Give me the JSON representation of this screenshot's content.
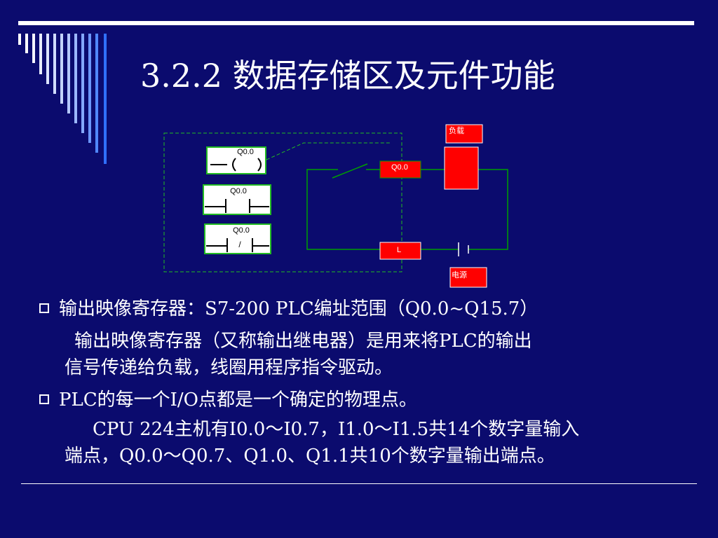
{
  "slide": {
    "title": "3.2.2  数据存储区及元件功能"
  },
  "diagram": {
    "coil_label": "Q0.0",
    "no_contact_label": "Q0.0",
    "nc_contact_label": "Q0.0",
    "nc_slash": "/",
    "output_relay_label": "Q0.0",
    "load_label": "负载",
    "line_label": "L",
    "power_label": "电源",
    "colors": {
      "box_red": "#ff0000",
      "wire_green": "#00a000",
      "dashed_green": "#22bb22"
    }
  },
  "content": {
    "bullet1_heading": "输出映像寄存器：",
    "bullet1_rest": "S7-200 PLC编址范围（Q0.0~Q15.7）",
    "para1_line1": "输出映像寄存器（又称输出继电器）是用来将PLC的输出",
    "para1_line2": "信号传递给负载，线圈用程序指令驱动。",
    "bullet2": "PLC的每一个I/O点都是一个确定的物理点。",
    "para2_line1": "CPU 224主机有I0.0～I0.7，I1.0～I1.5共14个数字量输入",
    "para2_line2": "端点，Q0.0～Q0.7、Q1.0、Q1.1共10个数字量输出端点。"
  }
}
